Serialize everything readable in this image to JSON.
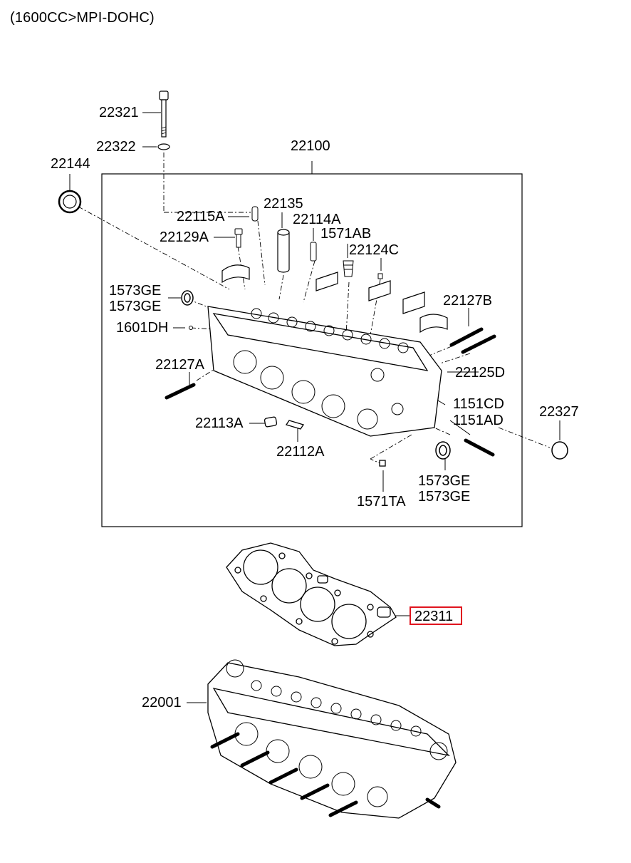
{
  "title": "(1600CC>MPI-DOHC)",
  "labels": {
    "l22321": "22321",
    "l22322": "22322",
    "l22100": "22100",
    "l22144": "22144",
    "l22135": "22135",
    "l22115A": "22115A",
    "l22114A": "22114A",
    "l22129A": "22129A",
    "l1571AB": "1571AB",
    "l22124C": "22124C",
    "l1573GE_a1": "1573GE",
    "l1573GE_a2": "1573GE",
    "l1601DH": "1601DH",
    "l22127B": "22127B",
    "l22127A": "22127A",
    "l22125D": "22125D",
    "l1151CD": "1151CD",
    "l1151AD": "1151AD",
    "l22327": "22327",
    "l22113A": "22113A",
    "l22112A": "22112A",
    "l1573GE_b1": "1573GE",
    "l1573GE_b2": "1573GE",
    "l1571TA": "1571TA",
    "l22311": "22311",
    "l22001": "22001"
  },
  "colors": {
    "highlight": "#e0141e",
    "line": "#000000"
  }
}
